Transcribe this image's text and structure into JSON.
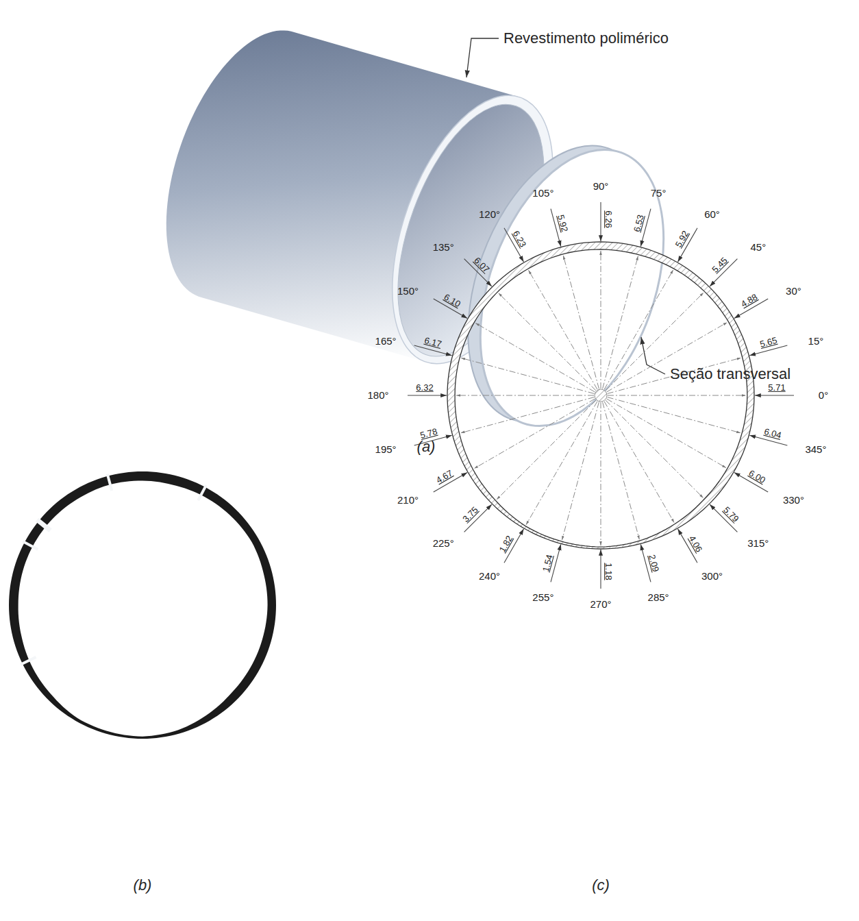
{
  "diagram": {
    "labels": [
      "Revestimento polimérico",
      "Seção transversal",
      "(a)",
      "(b)",
      "(c)",
      "0°",
      "15°",
      "30°",
      "45°",
      "60°",
      "75°",
      "90°",
      "105°",
      "120°",
      "135°",
      "150°",
      "165°",
      "180°",
      "195°",
      "210°",
      "225°",
      "240°",
      "255°",
      "270°",
      "285°",
      "300°",
      "315°",
      "330°",
      "345°",
      "5.71",
      "5.65",
      "4.88",
      "5.45",
      "5.92",
      "6.53",
      "6.26",
      "5.92",
      "6.23",
      "6.07",
      "6.10",
      "6.17",
      "6.32",
      "5.78",
      "4.67",
      "3.75",
      "1.82",
      "1.54",
      "1.18",
      "2.09",
      "4.06",
      "5.79",
      "6.00",
      "6.04"
    ]
  }
}
